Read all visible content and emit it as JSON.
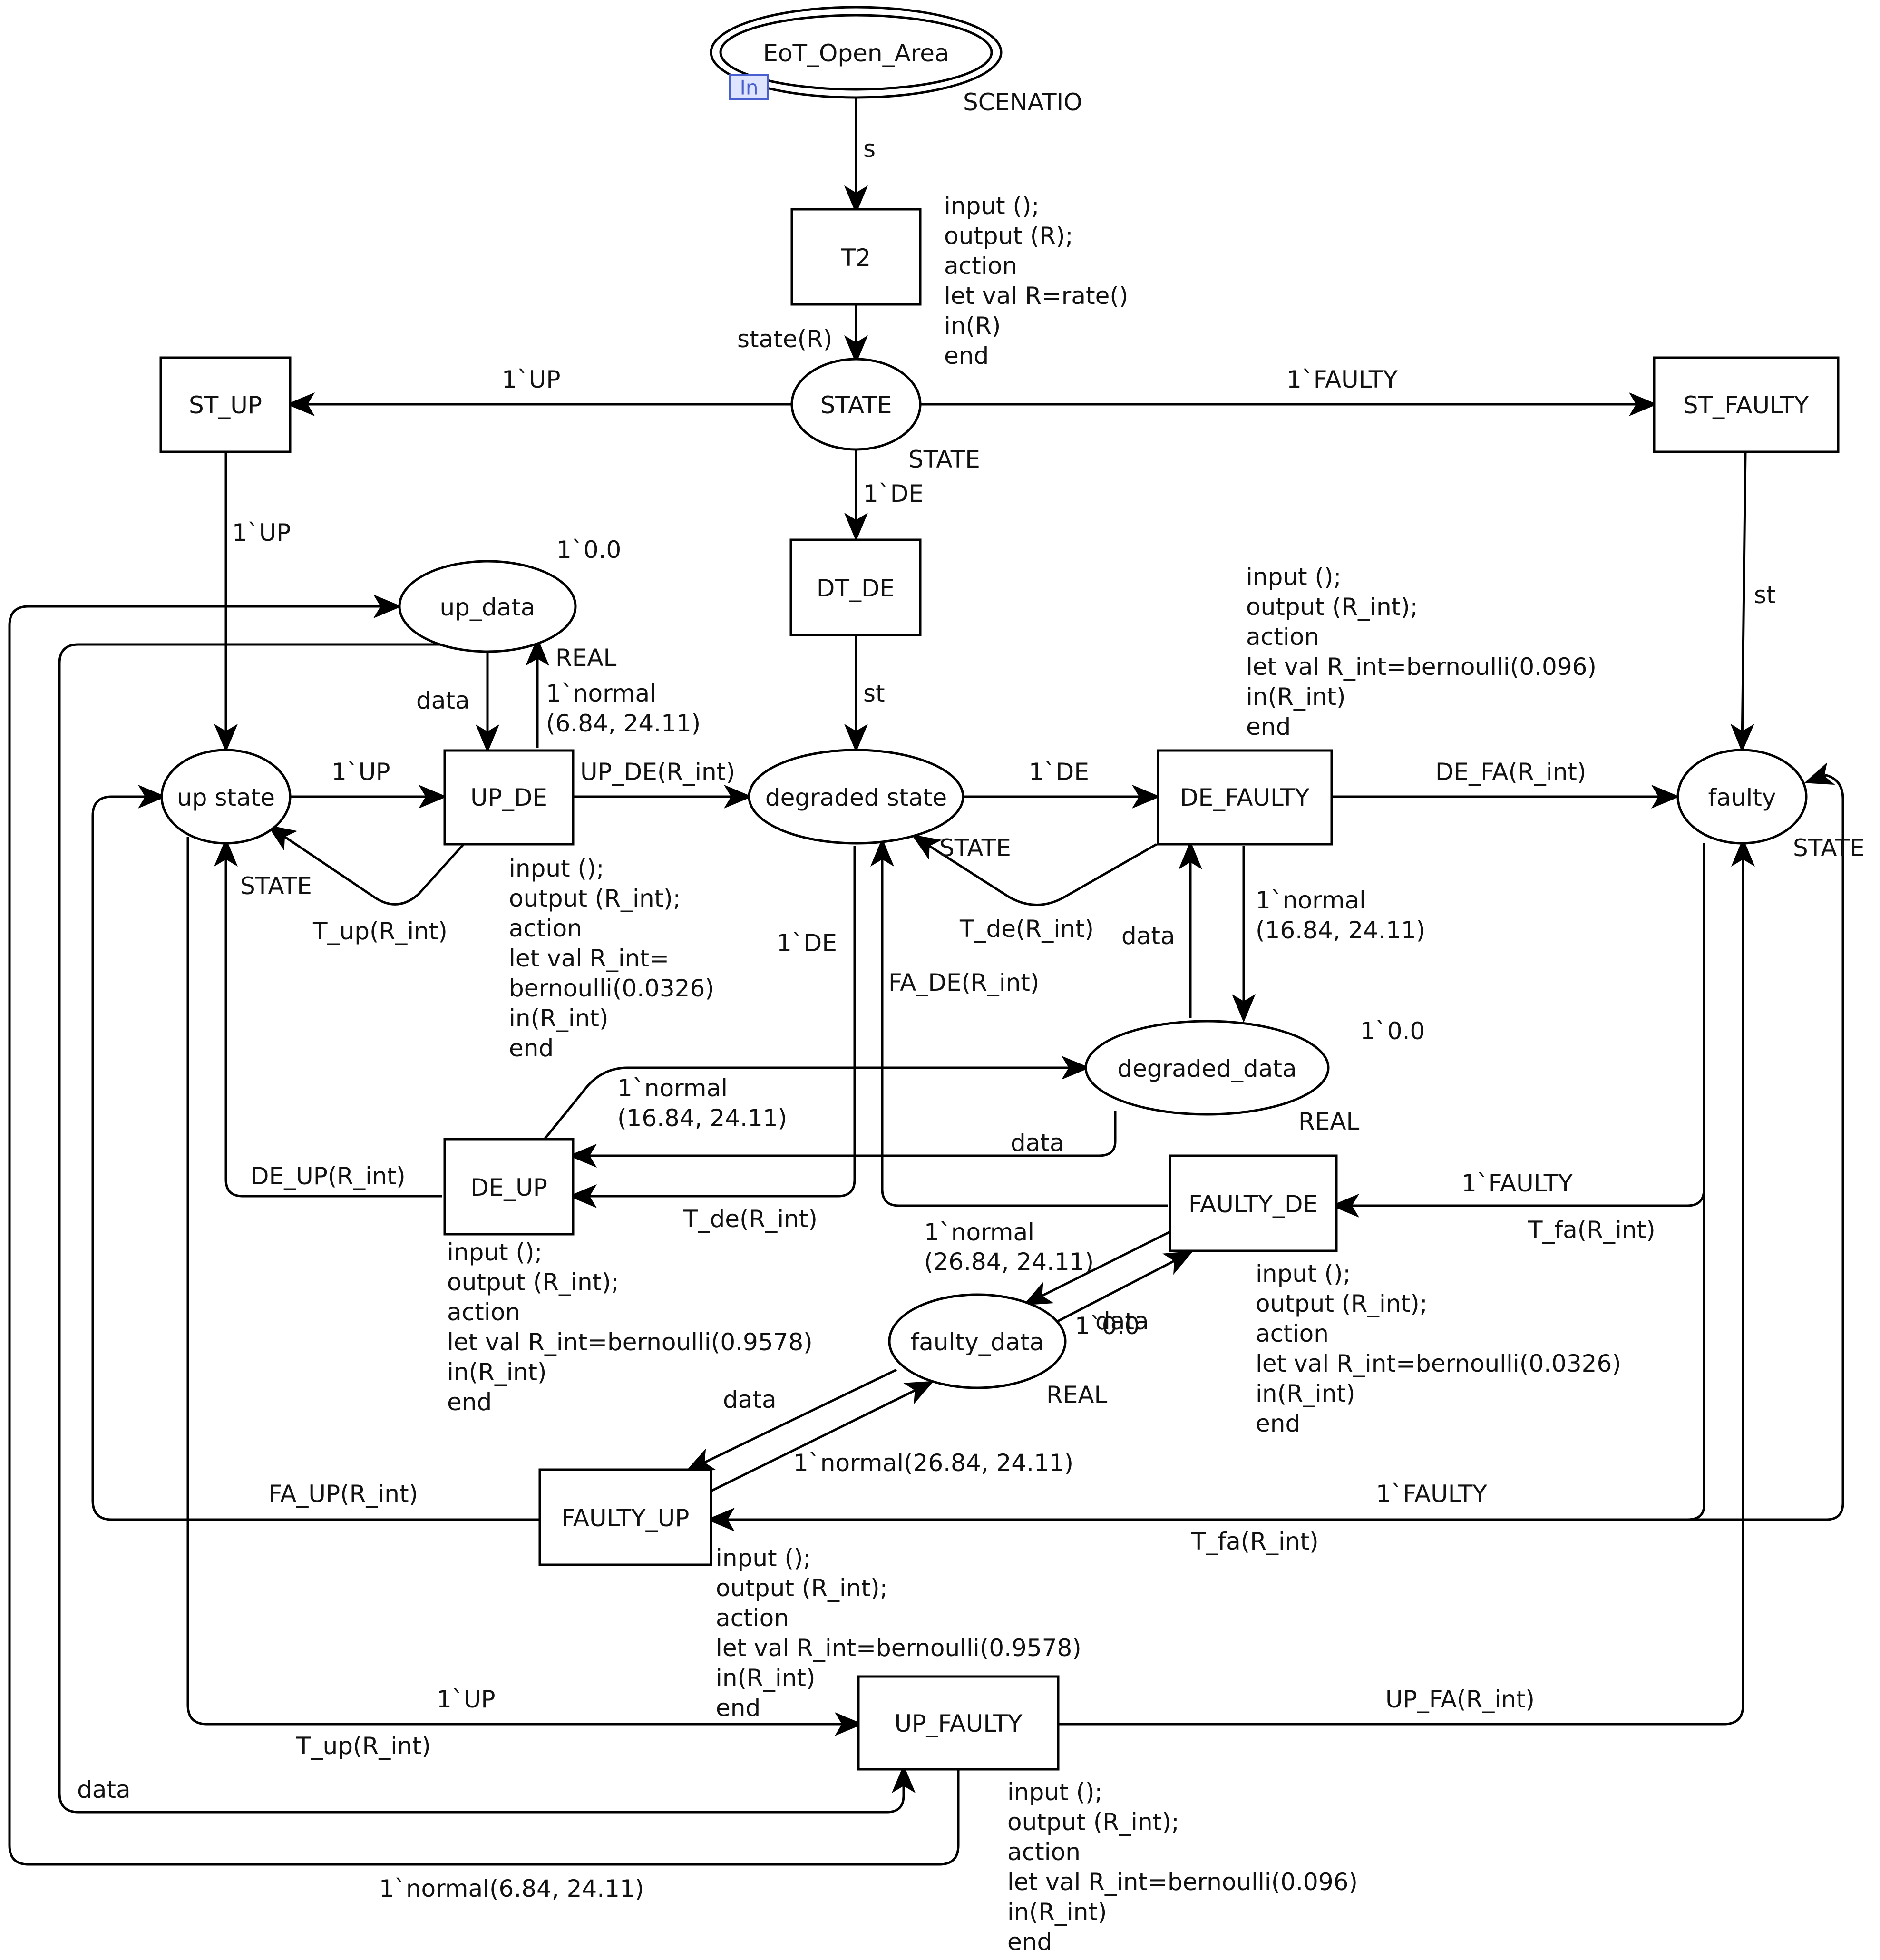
{
  "places": [
    {
      "id": "eot_open_area",
      "label": "EoT_Open_Area"
    },
    {
      "id": "state",
      "label": "STATE"
    },
    {
      "id": "up_data",
      "label": "up_data"
    },
    {
      "id": "up_state",
      "label": "up state"
    },
    {
      "id": "degraded_state",
      "label": "degraded state"
    },
    {
      "id": "faulty",
      "label": "faulty"
    },
    {
      "id": "degraded_data",
      "label": "degraded_data"
    },
    {
      "id": "faulty_data",
      "label": "faulty_data"
    }
  ],
  "port_tag": "In",
  "transitions": [
    {
      "id": "t2",
      "label": "T2"
    },
    {
      "id": "st_up",
      "label": "ST_UP"
    },
    {
      "id": "st_faulty",
      "label": "ST_FAULTY"
    },
    {
      "id": "dt_de",
      "label": "DT_DE"
    },
    {
      "id": "up_de",
      "label": "UP_DE"
    },
    {
      "id": "de_faulty",
      "label": "DE_FAULTY"
    },
    {
      "id": "de_up",
      "label": "DE_UP"
    },
    {
      "id": "faulty_de",
      "label": "FAULTY_DE"
    },
    {
      "id": "faulty_up",
      "label": "FAULTY_UP"
    },
    {
      "id": "up_faulty",
      "label": "UP_FAULTY"
    }
  ],
  "colorsets": [
    {
      "id": "cs_scenario",
      "text": "SCENATIO"
    },
    {
      "id": "cs_state_main",
      "text": "STATE"
    },
    {
      "id": "cs_up_data",
      "text": "REAL"
    },
    {
      "id": "cs_up_state",
      "text": "STATE"
    },
    {
      "id": "cs_degraded_state",
      "text": "STATE"
    },
    {
      "id": "cs_faulty",
      "text": "STATE"
    },
    {
      "id": "cs_degraded_data",
      "text": "REAL"
    },
    {
      "id": "cs_faulty_data",
      "text": "REAL"
    }
  ],
  "initial_markings": [
    {
      "id": "im_up_data",
      "text": "1`0.0"
    },
    {
      "id": "im_degraded_data",
      "text": "1`0.0"
    },
    {
      "id": "im_faulty_data",
      "text": "1`0.0"
    }
  ],
  "arc_labels": [
    {
      "id": "a_s",
      "text": "s"
    },
    {
      "id": "a_state_r",
      "text": "state(R)"
    },
    {
      "id": "a_1up_top",
      "text": "1`UP"
    },
    {
      "id": "a_1faulty_top",
      "text": "1`FAULTY"
    },
    {
      "id": "a_1de_top",
      "text": "1`DE"
    },
    {
      "id": "a_1up_left",
      "text": "1`UP"
    },
    {
      "id": "a_st_right",
      "text": "st"
    },
    {
      "id": "a_st_mid",
      "text": "st"
    },
    {
      "id": "a_data_updata",
      "text": "data"
    },
    {
      "id": "a_normal_updata_1",
      "text": "1`normal"
    },
    {
      "id": "a_normal_updata_2",
      "text": "(6.84, 24.11)"
    },
    {
      "id": "a_1up_mid",
      "text": "1`UP"
    },
    {
      "id": "a_up_de_rint",
      "text": "UP_DE(R_int)"
    },
    {
      "id": "a_1de_mid",
      "text": "1`DE"
    },
    {
      "id": "a_de_fa_rint",
      "text": "DE_FA(R_int)"
    },
    {
      "id": "a_t_up_rint",
      "text": "T_up(R_int)"
    },
    {
      "id": "a_1de_low",
      "text": "1`DE"
    },
    {
      "id": "a_t_de_rint_upper",
      "text": "T_de(R_int)"
    },
    {
      "id": "a_data_degdata",
      "text": "data"
    },
    {
      "id": "a_normal_de_1",
      "text": "1`normal"
    },
    {
      "id": "a_normal_de_2",
      "text": "(16.84, 24.11)"
    },
    {
      "id": "a_fa_de_rint",
      "text": "FA_DE(R_int)"
    },
    {
      "id": "a_normal_deup_1",
      "text": "1`normal"
    },
    {
      "id": "a_normal_deup_2",
      "text": "(16.84, 24.11)"
    },
    {
      "id": "a_data_deup",
      "text": "data"
    },
    {
      "id": "a_de_up_rint",
      "text": "DE_UP(R_int)"
    },
    {
      "id": "a_t_de_rint_lower",
      "text": "T_de(R_int)"
    },
    {
      "id": "a_1faulty_fde",
      "text": "1`FAULTY"
    },
    {
      "id": "a_t_fa_rint_upper",
      "text": "T_fa(R_int)"
    },
    {
      "id": "a_normal_fd_1",
      "text": "1`normal"
    },
    {
      "id": "a_normal_fd_2",
      "text": "(26.84, 24.11)"
    },
    {
      "id": "a_data_fde",
      "text": "data"
    },
    {
      "id": "a_data_fup",
      "text": "data"
    },
    {
      "id": "a_normal_fup",
      "text": "1`normal(26.84, 24.11)"
    },
    {
      "id": "a_fa_up_rint",
      "text": "FA_UP(R_int)"
    },
    {
      "id": "a_1faulty_fup",
      "text": "1`FAULTY"
    },
    {
      "id": "a_t_fa_rint_lower",
      "text": "T_fa(R_int)"
    },
    {
      "id": "a_1up_bottom",
      "text": "1`UP"
    },
    {
      "id": "a_up_fa_rint",
      "text": "UP_FA(R_int)"
    },
    {
      "id": "a_t_up_rint_bottom",
      "text": "T_up(R_int)"
    },
    {
      "id": "a_data_bottom",
      "text": "data"
    },
    {
      "id": "a_normal_bottom",
      "text": "1`normal(6.84, 24.11)"
    }
  ],
  "code_segments": [
    {
      "id": "code_t2",
      "lines": [
        "input ();",
        "output (R);",
        "action",
        "let val R=rate()",
        "in(R)",
        "end"
      ]
    },
    {
      "id": "code_up_de",
      "lines": [
        "input ();",
        "output (R_int);",
        "action",
        "let val R_int=",
        "bernoulli(0.0326)",
        "in(R_int)",
        "end"
      ]
    },
    {
      "id": "code_de_faulty",
      "lines": [
        "input ();",
        "output (R_int);",
        "action",
        "let val R_int=bernoulli(0.096)",
        "in(R_int)",
        "end"
      ]
    },
    {
      "id": "code_de_up",
      "lines": [
        "input ();",
        "output (R_int);",
        "action",
        "let val R_int=bernoulli(0.9578)",
        "in(R_int)",
        "end"
      ]
    },
    {
      "id": "code_faulty_de",
      "lines": [
        "input ();",
        "output (R_int);",
        "action",
        "let val R_int=bernoulli(0.0326)",
        "in(R_int)",
        "end"
      ]
    },
    {
      "id": "code_faulty_up",
      "lines": [
        "input ();",
        "output (R_int);",
        "action",
        "let val R_int=bernoulli(0.9578)",
        "in(R_int)",
        "end"
      ]
    },
    {
      "id": "code_up_faulty",
      "lines": [
        "input ();",
        "output (R_int);",
        "action",
        "let val R_int=bernoulli(0.096)",
        "in(R_int)",
        "end"
      ]
    }
  ]
}
